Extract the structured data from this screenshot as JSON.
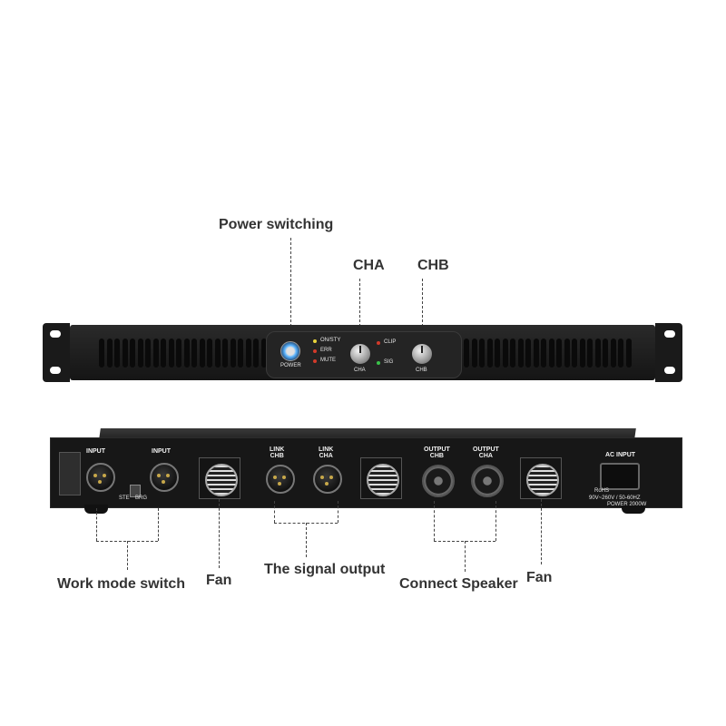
{
  "callouts": {
    "power_switching": "Power switching",
    "cha": "CHA",
    "chb": "CHB",
    "work_mode_switch": "Work mode switch",
    "fan_left": "Fan",
    "signal_output": "The signal output",
    "connect_speaker": "Connect Speaker",
    "fan_right": "Fan"
  },
  "front_panel": {
    "power_label": "POWER",
    "led_on_sty": "ON/STY",
    "led_err": "ERR",
    "led_mute": "MUTE",
    "led_clip": "CLIP",
    "led_sig": "SIG",
    "knob_cha": "CHA",
    "knob_chb": "CHB"
  },
  "rear_panel": {
    "input_1": "INPUT",
    "input_2": "INPUT",
    "link_chb": "LINK\nCHB",
    "link_cha": "LINK\nCHA",
    "output_chb": "OUTPUT\nCHB",
    "output_cha": "OUTPUT\nCHA",
    "ac_input": "AC INPUT",
    "ste": "STE",
    "brg": "BRG",
    "rohs": "RoHS",
    "voltage": "90V~260V / 50-60HZ",
    "power": "POWER 2000W"
  },
  "colors": {
    "chassis": "#1c1c1c",
    "led_yellow": "#e8d23a",
    "led_red": "#d23a2a",
    "led_green": "#3ac24a",
    "power_ring": "#5ab4ff"
  }
}
